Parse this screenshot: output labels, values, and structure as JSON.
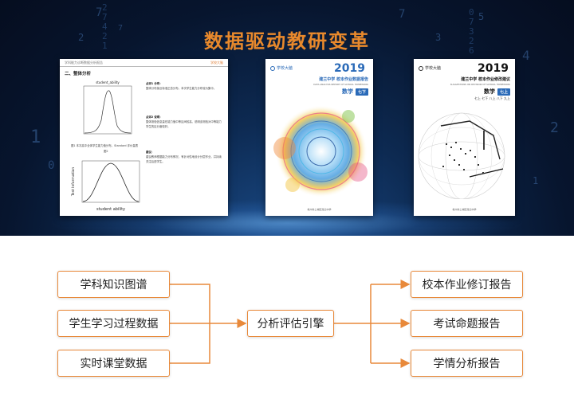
{
  "header": {
    "title": "数据驱动教研变革"
  },
  "background_digits": [
    "7",
    "2",
    "7",
    "1",
    "0",
    "7",
    "3",
    "5",
    "4",
    "2",
    "1"
  ],
  "doc1": {
    "topbar_left": "学科能力诊断数据分析报告",
    "topbar_right": "学校大脑",
    "section": "二、整体分析",
    "chart_title": "student_ability",
    "plot2_xlabel": "student ability",
    "plot2_ylabel": "Test Information",
    "fig_caption": "图1 本次高中全体学生能力值分布，Standard 评价量表",
    "fig2_caption": "图2",
    "p1_head": "点评1 分布：",
    "p1": "整体分布接近标准正态分布，本次学生能力分布较为集中。",
    "p2_head": "点评2 说明：",
    "p2": "整体测验信息量在能力值中等区间较高，说明该测验对中等能力学生的区分度较好。",
    "p3_head": "建议：",
    "p3": "建议教师根据能力分布情况，有针对性地设计分层作业，并持续关注后进学生。"
  },
  "doc2": {
    "brand": "学校大脑",
    "year": "2019",
    "school": "建兰中学  校本作业数据报告",
    "eng": "DATA ANALYSIS REPORT OF SCHOOL HOMEWORK",
    "subject": "数学",
    "tag": "七下",
    "footer": "杭州市上城区建兰中学"
  },
  "doc3": {
    "brand": "学校大脑",
    "year": "2019",
    "school": "建兰中学  校本作业修改建议",
    "eng": "SUGGESTIONS ON REVISION OF SCHOOL HOMEWORK",
    "subject": "数学",
    "tag": "七上",
    "grades": "七上  七下  八上  八下  九上",
    "footer": "杭州市上城区建兰中学"
  },
  "flow": {
    "inputs": [
      "学科知识图谱",
      "学生学习过程数据",
      "实时课堂数据"
    ],
    "engine": "分析评估引擎",
    "outputs": [
      "校本作业修订报告",
      "考试命题报告",
      "学情分析报告"
    ]
  },
  "colors": {
    "accent_orange": "#e8893a",
    "doc2_blue": "#2a6ab8",
    "doc2_year_orange": "#e8892c",
    "doc3_tag_blue": "#2a6ab8"
  }
}
